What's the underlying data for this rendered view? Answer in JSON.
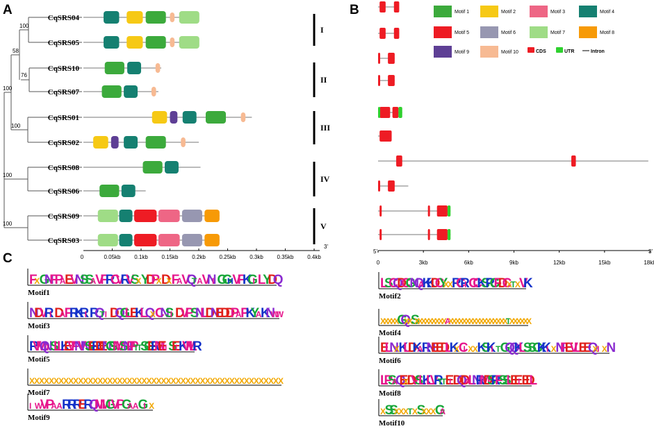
{
  "panels": {
    "a": "A",
    "b": "B",
    "c": "C"
  },
  "genes": [
    {
      "name": "CqSRS04",
      "motifs": [
        {
          "m": 4,
          "s": 0.035,
          "e": 0.062
        },
        {
          "m": 2,
          "s": 0.075,
          "e": 0.103
        },
        {
          "m": 1,
          "s": 0.108,
          "e": 0.143
        },
        {
          "m": 10,
          "s": 0.15,
          "e": 0.158
        },
        {
          "m": 7,
          "s": 0.166,
          "e": 0.201
        }
      ]
    },
    {
      "name": "CqSRS05",
      "motifs": [
        {
          "m": 4,
          "s": 0.035,
          "e": 0.062
        },
        {
          "m": 2,
          "s": 0.075,
          "e": 0.103
        },
        {
          "m": 1,
          "s": 0.108,
          "e": 0.143
        },
        {
          "m": 10,
          "s": 0.15,
          "e": 0.158
        },
        {
          "m": 7,
          "s": 0.166,
          "e": 0.201
        }
      ]
    },
    {
      "name": "CqSRS10",
      "motifs": [
        {
          "m": 1,
          "s": 0.037,
          "e": 0.071
        },
        {
          "m": 4,
          "s": 0.076,
          "e": 0.1
        },
        {
          "m": 10,
          "s": 0.125,
          "e": 0.133
        }
      ]
    },
    {
      "name": "CqSRS07",
      "motifs": [
        {
          "m": 1,
          "s": 0.032,
          "e": 0.066
        },
        {
          "m": 4,
          "s": 0.07,
          "e": 0.094
        },
        {
          "m": 10,
          "s": 0.118,
          "e": 0.126
        }
      ]
    },
    {
      "name": "CqSRS01",
      "motifs": [
        {
          "m": 2,
          "s": 0.119,
          "e": 0.145
        },
        {
          "m": 9,
          "s": 0.15,
          "e": 0.163
        },
        {
          "m": 4,
          "s": 0.172,
          "e": 0.196
        },
        {
          "m": 1,
          "s": 0.212,
          "e": 0.247
        },
        {
          "m": 10,
          "s": 0.273,
          "e": 0.281
        }
      ]
    },
    {
      "name": "CqSRS02",
      "motifs": [
        {
          "m": 2,
          "s": 0.017,
          "e": 0.043
        },
        {
          "m": 9,
          "s": 0.048,
          "e": 0.061
        },
        {
          "m": 4,
          "s": 0.07,
          "e": 0.094
        },
        {
          "m": 1,
          "s": 0.108,
          "e": 0.143
        },
        {
          "m": 10,
          "s": 0.169,
          "e": 0.177
        }
      ]
    },
    {
      "name": "CqSRS08",
      "motifs": [
        {
          "m": 1,
          "s": 0.103,
          "e": 0.137
        },
        {
          "m": 4,
          "s": 0.141,
          "e": 0.165
        }
      ]
    },
    {
      "name": "CqSRS06",
      "motifs": [
        {
          "m": 1,
          "s": 0.028,
          "e": 0.062
        },
        {
          "m": 4,
          "s": 0.066,
          "e": 0.09
        }
      ]
    },
    {
      "name": "CqSRS09",
      "motifs": [
        {
          "m": 7,
          "s": 0.025,
          "e": 0.06
        },
        {
          "m": 4,
          "s": 0.062,
          "e": 0.085
        },
        {
          "m": 5,
          "s": 0.088,
          "e": 0.127
        },
        {
          "m": 3,
          "s": 0.13,
          "e": 0.167
        },
        {
          "m": 6,
          "s": 0.171,
          "e": 0.206
        },
        {
          "m": 8,
          "s": 0.21,
          "e": 0.236
        }
      ]
    },
    {
      "name": "CqSRS03",
      "motifs": [
        {
          "m": 7,
          "s": 0.025,
          "e": 0.06
        },
        {
          "m": 4,
          "s": 0.062,
          "e": 0.085
        },
        {
          "m": 5,
          "s": 0.088,
          "e": 0.127
        },
        {
          "m": 3,
          "s": 0.13,
          "e": 0.167
        },
        {
          "m": 6,
          "s": 0.171,
          "e": 0.206
        },
        {
          "m": 8,
          "s": 0.21,
          "e": 0.236
        }
      ]
    }
  ],
  "gene_lengths_kb": [
    0.2,
    0.2,
    0.135,
    0.13,
    0.292,
    0.2,
    0.203,
    0.108,
    0.236,
    0.236
  ],
  "bootstrap": [
    "100",
    "58",
    "76",
    "100",
    "100",
    "100",
    "100"
  ],
  "groups": [
    "I",
    "II",
    "III",
    "IV",
    "V"
  ],
  "motif_axis": {
    "start": "0",
    "end_prime": "3'",
    "ticks": [
      "0.05kb",
      "0.1kb",
      "0.15kb",
      "0.2kb",
      "0.25kb",
      "0.3kb",
      "0.35kb",
      "0.4kb"
    ]
  },
  "legend": {
    "motifs": [
      {
        "label": "Motif 1",
        "color": "#3caa3c"
      },
      {
        "label": "Motif 2",
        "color": "#f6c915"
      },
      {
        "label": "Motif 3",
        "color": "#ee6685"
      },
      {
        "label": "Motif 4",
        "color": "#158071"
      },
      {
        "label": "Motif 5",
        "color": "#ee1c24"
      },
      {
        "label": "Motif 6",
        "color": "#9797b1"
      },
      {
        "label": "Motif 7",
        "color": "#9fdc86"
      },
      {
        "label": "Motif 8",
        "color": "#f79a07"
      },
      {
        "label": "Motif 9",
        "color": "#5e3f95"
      },
      {
        "label": "Motif 10",
        "color": "#f7ba93"
      }
    ],
    "cds": "CDS",
    "utr": "UTR",
    "intron": "Intron",
    "cds_color": "#ee1c24",
    "utr_color": "#2fd12f"
  },
  "gene_structure_kb": [
    {
      "length": 1.3,
      "cds": [
        [
          0.1,
          0.5
        ],
        [
          1.05,
          1.4
        ]
      ],
      "utr": []
    },
    {
      "length": 1.4,
      "cds": [
        [
          0.1,
          0.5
        ],
        [
          1.05,
          1.4
        ]
      ],
      "utr": []
    },
    {
      "length": 1.1,
      "cds": [
        [
          0.0,
          0.1
        ],
        [
          0.65,
          1.1
        ]
      ],
      "utr": []
    },
    {
      "length": 1.1,
      "cds": [
        [
          0.0,
          0.1
        ],
        [
          0.65,
          1.1
        ]
      ],
      "utr": []
    },
    {
      "length": 1.6,
      "cds": [
        [
          0.1,
          0.8
        ],
        [
          0.95,
          1.35
        ]
      ],
      "utr": [
        [
          0.0,
          0.1
        ],
        [
          1.35,
          1.6
        ]
      ]
    },
    {
      "length": 0.9,
      "cds": [
        [
          0.1,
          0.9
        ]
      ],
      "utr": []
    },
    {
      "length": 17.9,
      "cds": [
        [
          1.2,
          1.6
        ],
        [
          12.8,
          13.1
        ]
      ],
      "utr": []
    },
    {
      "length": 2.0,
      "cds": [
        [
          0.0,
          0.1
        ],
        [
          0.65,
          1.1
        ]
      ],
      "utr": []
    },
    {
      "length": 4.8,
      "cds": [
        [
          0.1,
          0.2
        ],
        [
          3.3,
          3.4
        ],
        [
          3.9,
          4.6
        ]
      ],
      "utr": [
        [
          4.6,
          4.8
        ]
      ]
    },
    {
      "length": 4.8,
      "cds": [
        [
          0.1,
          0.2
        ],
        [
          3.3,
          3.4
        ],
        [
          3.9,
          4.6
        ]
      ],
      "utr": [
        [
          4.6,
          4.8
        ]
      ]
    }
  ],
  "structure_axis": {
    "start": "5'",
    "end": "3'",
    "ticks": [
      "0",
      "3kb",
      "6kb",
      "9kb",
      "12kb",
      "15kb",
      "18kb"
    ]
  },
  "logos": [
    {
      "label": "Motif1",
      "seq": "FXGNFPAEVNSSAVFRCVRVSXYDPXDXFAVQTAVNIGGHVFKGILYDQ"
    },
    {
      "label": "Motif2",
      "seq": "LSCQDCGNQAKKDCYXXRCRICCKSRGFDCXTXVK"
    },
    {
      "label": "Motif3",
      "seq": "NDVRIDAFRKRIRQTIDQGLEKLQXCNSIDVPSNLDNEDDPAPKYAKNWW"
    },
    {
      "label": "Motif4",
      "seq": "XXXXXGQXXSXXXXXXXXXAXXXXXXXXXXXXXXXXXTXXXXXX"
    },
    {
      "label": "Motif5",
      "seq": "RVMQNISLLKEVFNVNSERDENGSMVSNPPTTSGERMEIISEIKVMLR"
    },
    {
      "label": "Motif6",
      "seq": "ELNXKLDKARNEEDLKXCIXXKSKITGQQKLSSGKKIXNFEVLEEQXIXN"
    },
    {
      "label": "Motif7",
      "seq": "XXXXXXXXXXXXXXXXXXXXXXXXXXXXXXXXXXXXXXXXXXXXXXXXXXXX"
    },
    {
      "label": "Motif8",
      "seq": "LPSAQEXDVSLKLVRTTEIDQDALNRMDSRFSSLEEIEDL"
    },
    {
      "label": "Motif9",
      "seq": "IWVPAARRRERQMMGVPGAAGIX"
    },
    {
      "label": "Motif10",
      "seq": "XSSXXXTXSXXXGA"
    }
  ]
}
